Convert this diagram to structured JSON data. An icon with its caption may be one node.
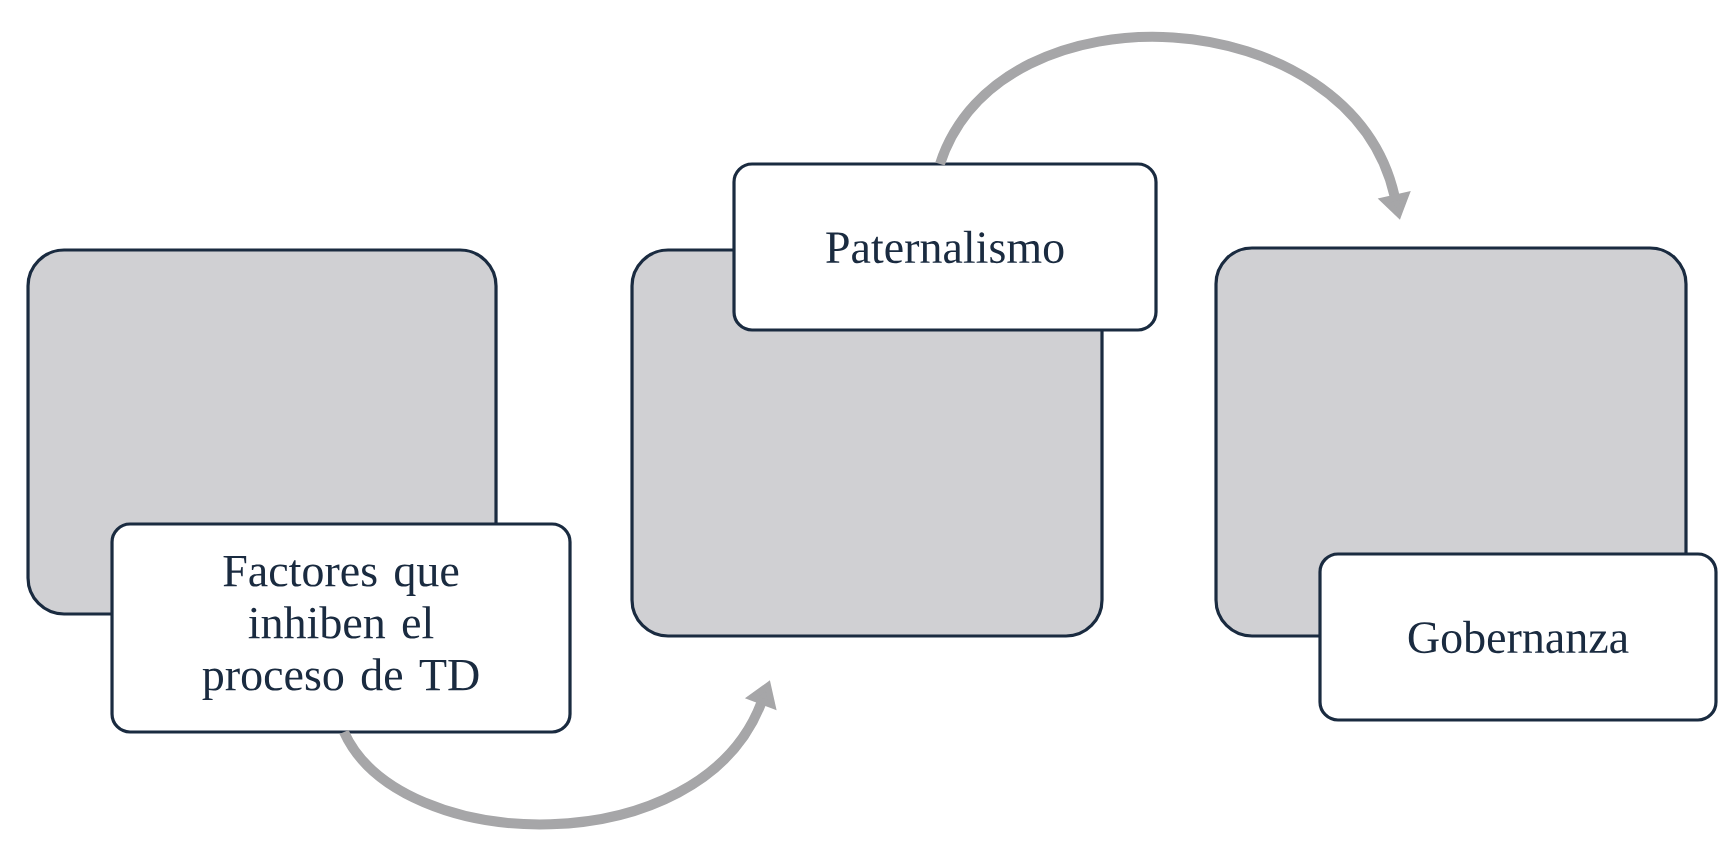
{
  "diagram": {
    "nodes": [
      {
        "text": [],
        "shape": "box"
      },
      {
        "text": [
          "Factores que inhiben el proceso de TD"
        ]
      },
      {
        "text": [],
        "shape": "box"
      },
      {
        "text": [
          "Paternalismo"
        ]
      },
      {
        "text": [],
        "shape": "box"
      },
      {
        "text": [
          "Gobernanza"
        ]
      }
    ],
    "edges": [
      {
        "from": 1,
        "to": 2,
        "arrow": "to"
      },
      {
        "from": 3,
        "to": 4,
        "arrow": "to"
      }
    ]
  }
}
